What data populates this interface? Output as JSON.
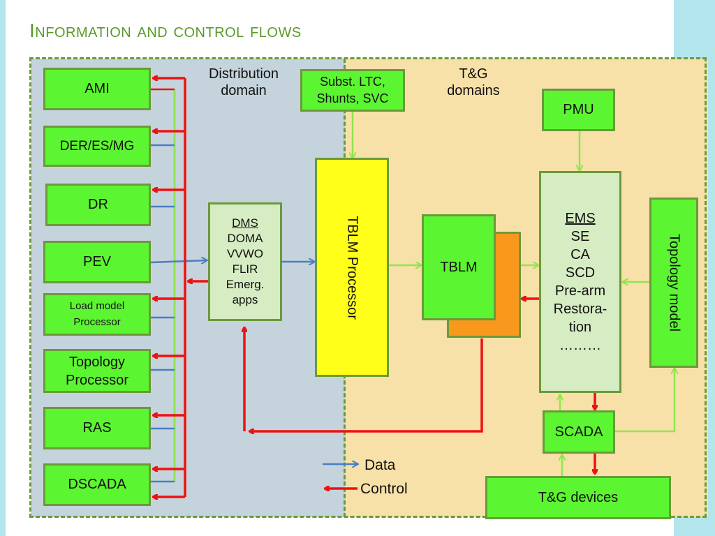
{
  "title": "Information and control flows",
  "domains": {
    "distribution": "Distribution\ndomain",
    "tg": "T&G\ndomains"
  },
  "left_boxes": [
    "AMI",
    "DER/ES/MG",
    "DR",
    "PEV",
    "Load model\nProcessor",
    "Topology\nProcessor",
    "RAS",
    "DSCADA"
  ],
  "subst": "Subst. LTC,\nShunts, SVC",
  "dms": {
    "header": "DMS",
    "items": [
      "DOMA",
      "VVWO",
      "FLIR",
      "Emerg.",
      "apps"
    ]
  },
  "tblm_processor": "TBLM Processor",
  "tblm": "TBLM",
  "pmu": "PMU",
  "ems": {
    "header": "EMS",
    "items": [
      "SE",
      "CA",
      "SCD",
      "Pre-arm",
      "Restora-",
      "tion",
      "………"
    ]
  },
  "topology_model": "Topology model",
  "scada": "SCADA",
  "tg_devices": "T&G devices",
  "legend": {
    "data": "Data",
    "control": "Control"
  },
  "colors": {
    "data_arrow": "#4a7ec0",
    "control_arrow": "#ee1111",
    "green_flow": "#8fe650",
    "box_green": "#5cf531",
    "title": "#5a9a2c"
  }
}
